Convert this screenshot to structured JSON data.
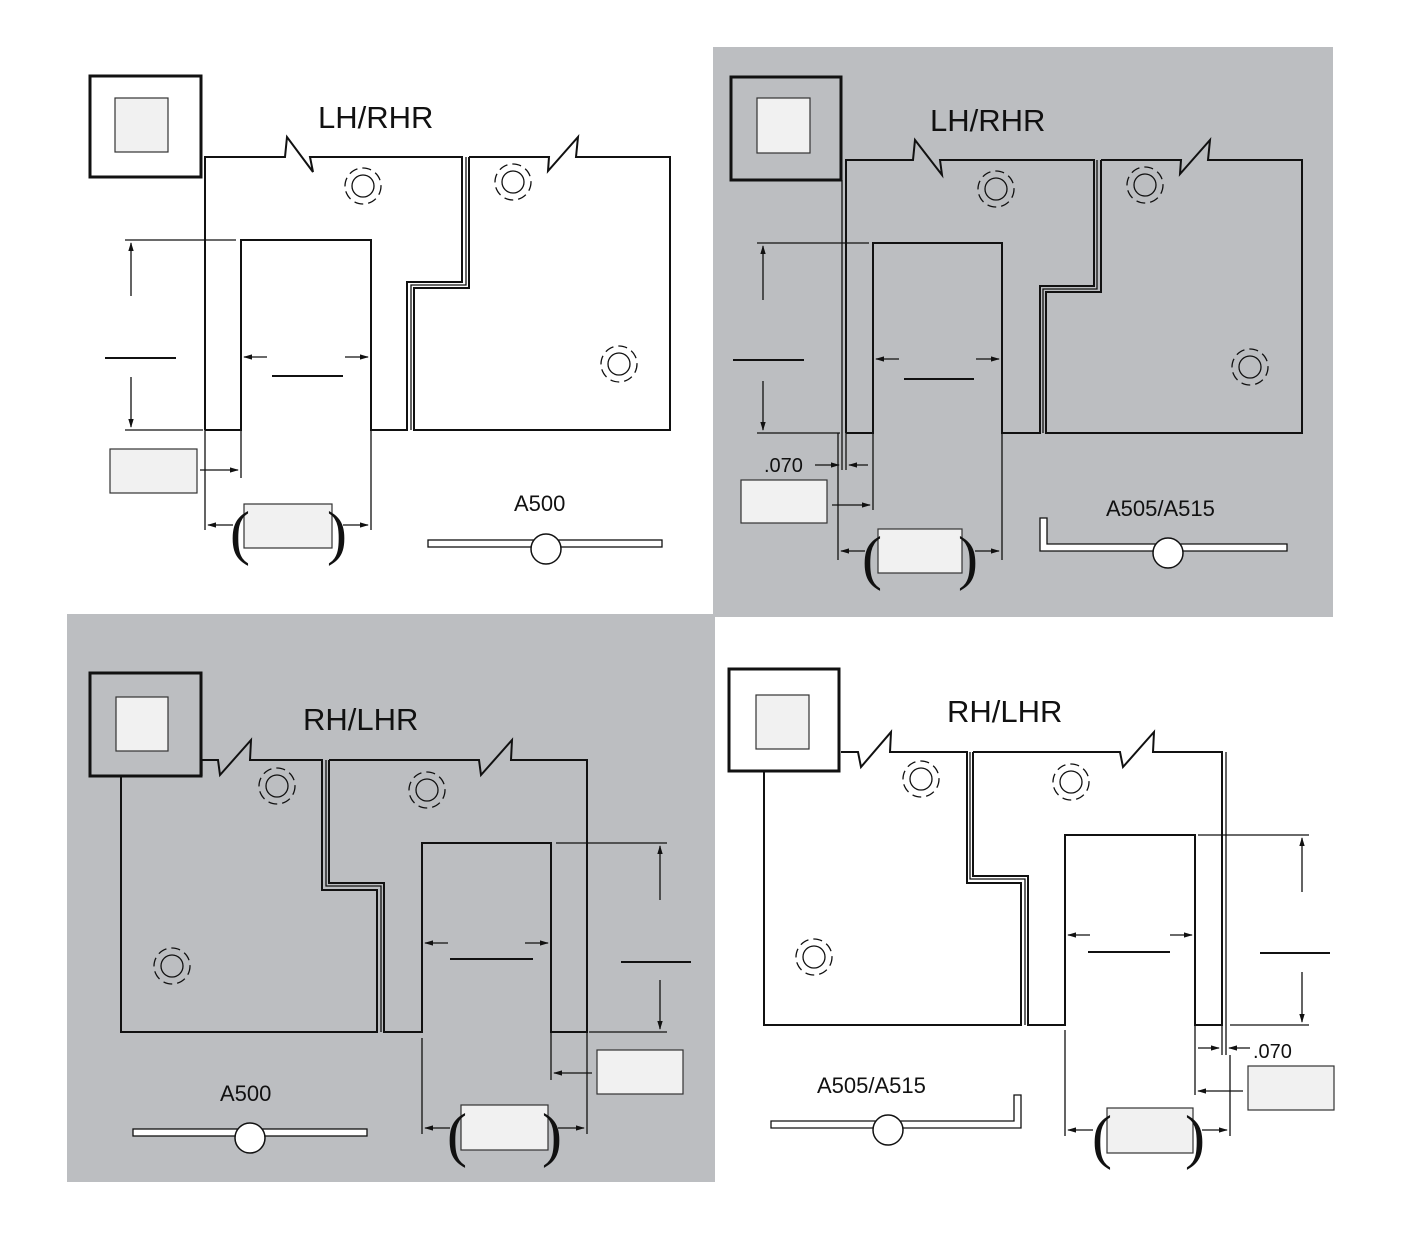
{
  "colors": {
    "shaded_panel": "#bcbec1",
    "plain_panel": "#ffffff",
    "line": "#111111",
    "box_fill": "#f1f1f1"
  },
  "panels": [
    {
      "id": "top-left",
      "title": "LH/RHR",
      "hinge_label": "A500",
      "shaded": false,
      "dimension_label": ""
    },
    {
      "id": "top-right",
      "title": "LH/RHR",
      "hinge_label": "A505/A515",
      "shaded": true,
      "dimension_label": ".070"
    },
    {
      "id": "bottom-left",
      "title": "RH/LHR",
      "hinge_label": "A500",
      "shaded": true,
      "dimension_label": ""
    },
    {
      "id": "bottom-right",
      "title": "RH/LHR",
      "hinge_label": "A505/A515",
      "shaded": false,
      "dimension_label": ".070"
    }
  ]
}
